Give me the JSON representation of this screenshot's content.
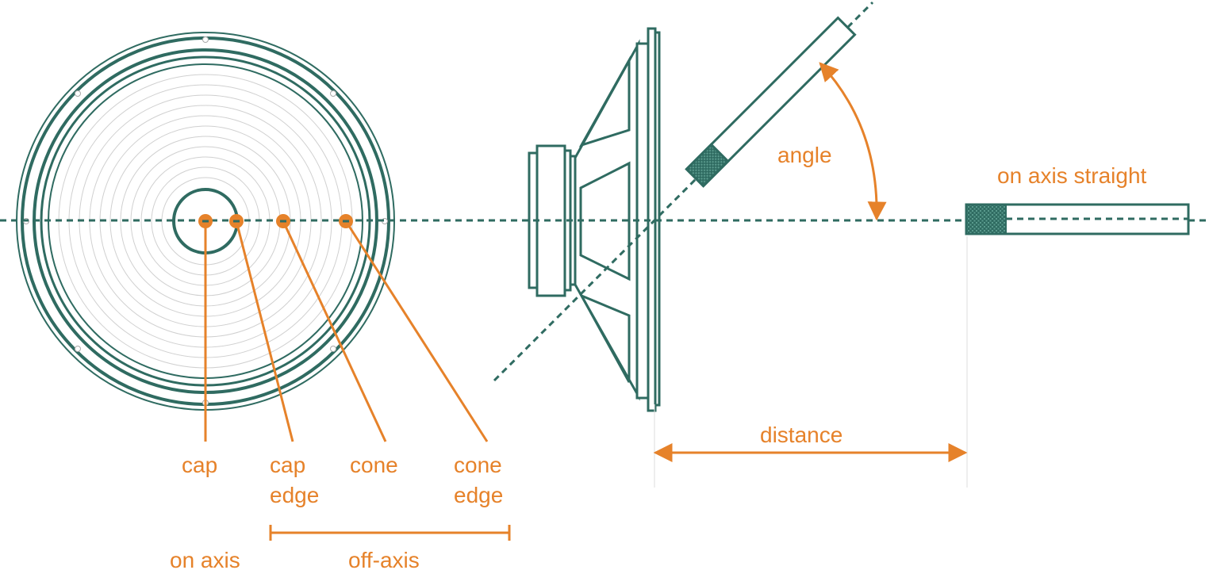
{
  "colors": {
    "teal": "#2f6b61",
    "orange": "#e6822a",
    "grid": "#cfcfcf",
    "guide": "#dddddd"
  },
  "positions": {
    "cap": "cap",
    "cap_edge_line1": "cap",
    "cap_edge_line2": "edge",
    "cone": "cone",
    "cone_edge_line1": "cone",
    "cone_edge_line2": "edge"
  },
  "groups": {
    "on_axis": "on axis",
    "off_axis": "off-axis"
  },
  "labels": {
    "angle": "angle",
    "distance": "distance",
    "on_axis_straight": "on axis straight"
  },
  "icons": {
    "microphone_angled": "microphone-icon",
    "microphone_straight": "microphone-icon",
    "speaker_front": "speaker-front-view-icon",
    "speaker_side": "speaker-side-view-icon"
  }
}
